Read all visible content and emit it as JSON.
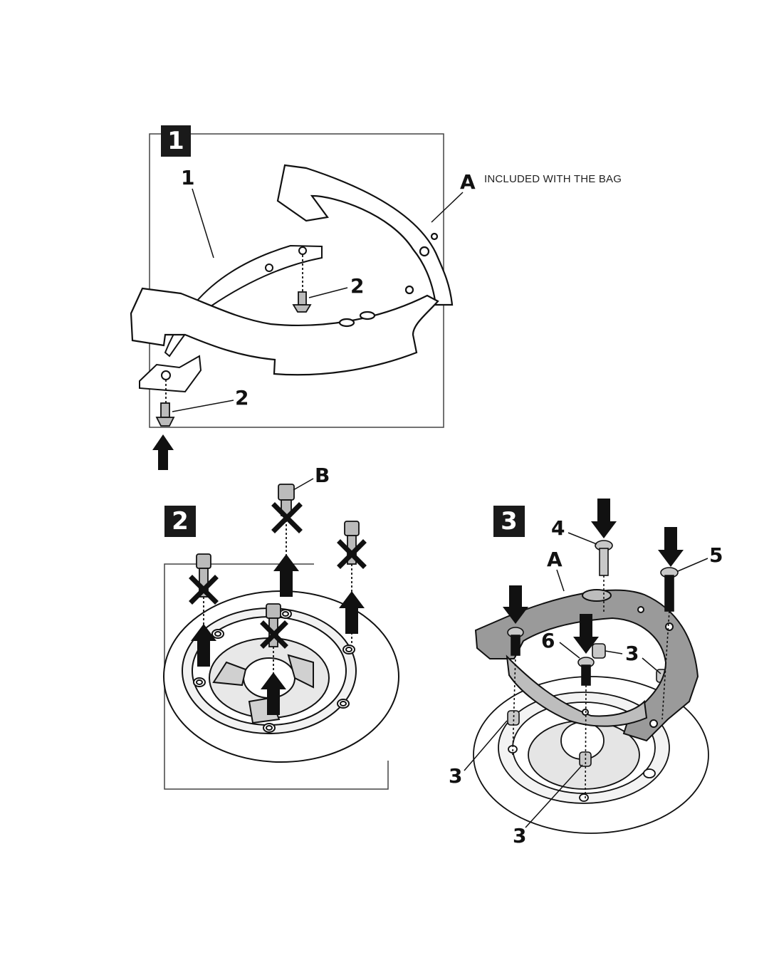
{
  "steps": [
    {
      "number": "1"
    },
    {
      "number": "2"
    },
    {
      "number": "3"
    }
  ],
  "callouts": {
    "step1": {
      "part1": "1",
      "part2_upper": "2",
      "part2_lower": "2",
      "partA": "A"
    },
    "step2": {
      "partB": "B"
    },
    "step3": {
      "part4": "4",
      "part5": "5",
      "partA": "A",
      "part6": "6",
      "part3_right": "3",
      "part3_left": "3",
      "part3_bottom": "3"
    }
  },
  "notes": {
    "included_with_bag": "INCLUDED WITH THE BAG"
  },
  "colors": {
    "ink": "#111111",
    "panel_fill": "#9a9a9a",
    "light_fill": "#d9d9d9"
  }
}
